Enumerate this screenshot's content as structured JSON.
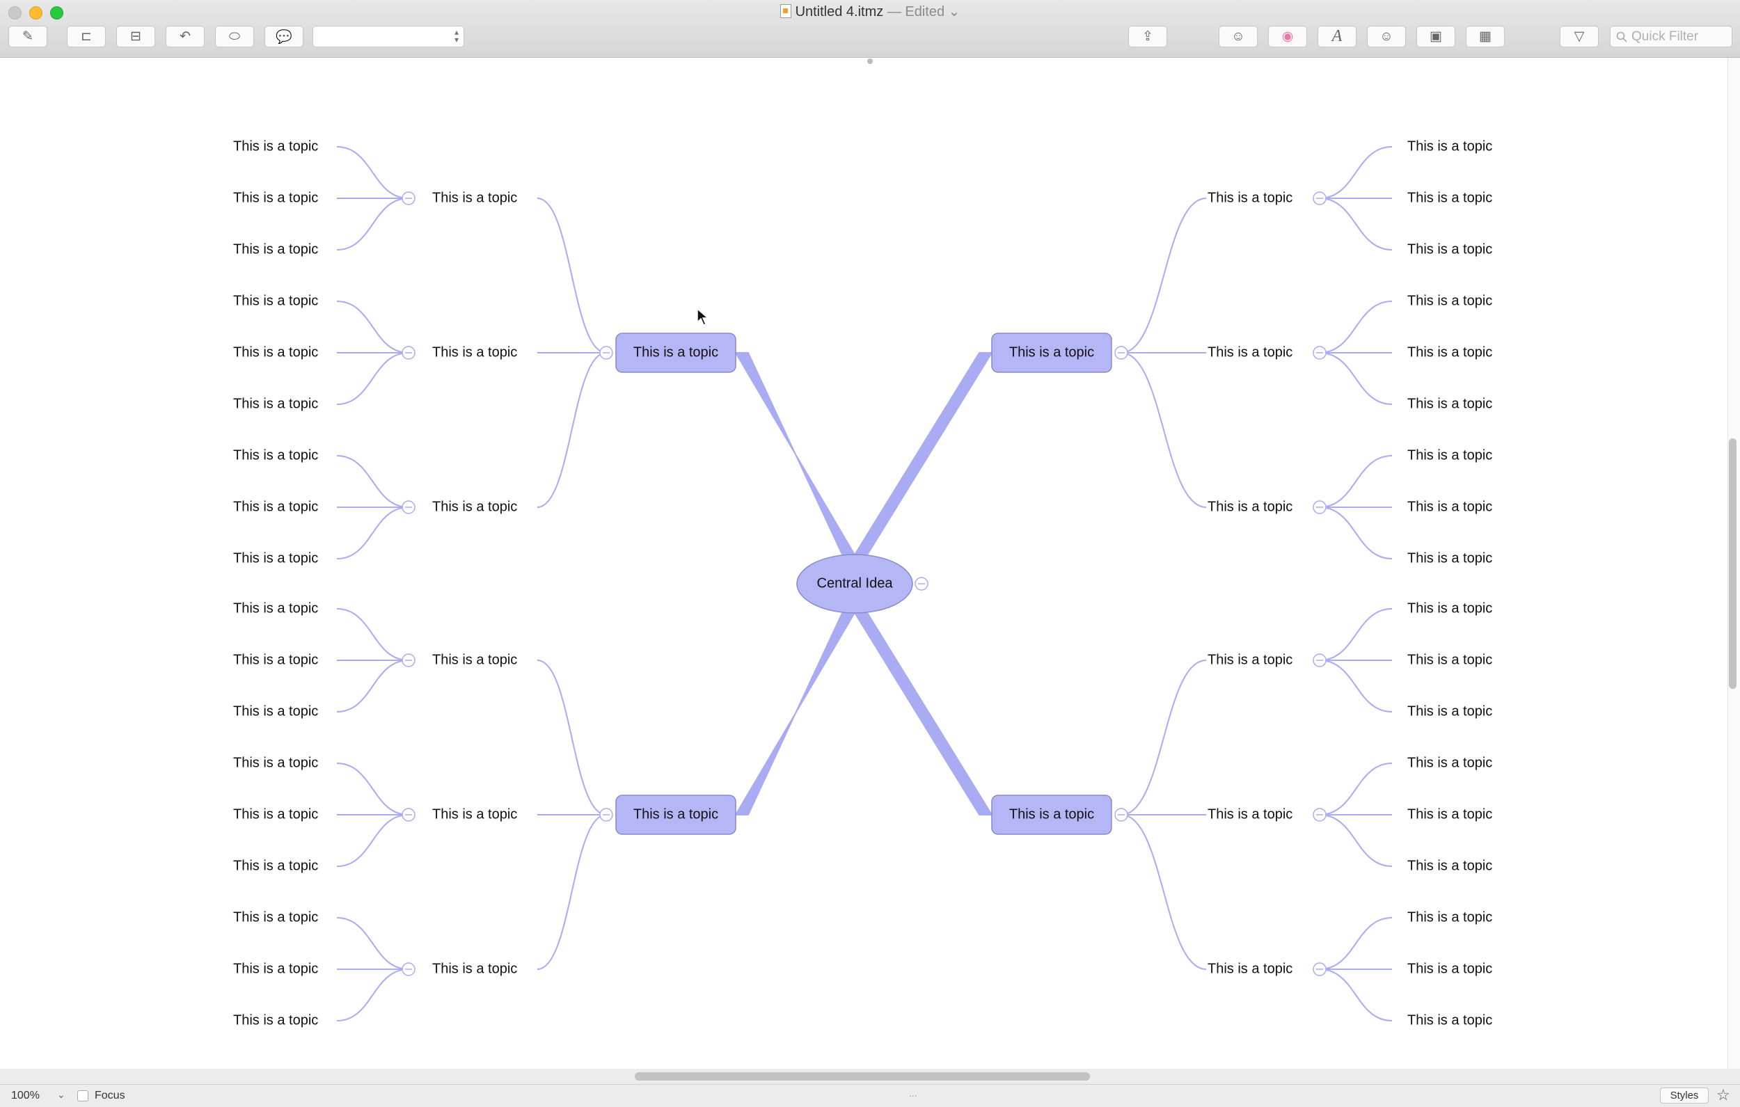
{
  "window": {
    "title": "Untitled 4.itmz",
    "status": " — Edited",
    "title_chevron": "⌄"
  },
  "toolbar": {
    "buttons": [
      {
        "name": "new-topic-button",
        "icon": "✎"
      },
      {
        "name": "add-subtopic-button",
        "icon": "⊏"
      },
      {
        "name": "add-sibling-button",
        "icon": "⊟"
      },
      {
        "name": "relationship-button",
        "icon": "↶"
      },
      {
        "name": "boundary-button",
        "icon": "⬭"
      },
      {
        "name": "callout-button",
        "icon": "💬"
      }
    ],
    "style_select_value": "",
    "right_buttons": [
      {
        "name": "share-button",
        "icon": "⇪"
      },
      {
        "name": "theme-button",
        "icon": "☺"
      },
      {
        "name": "color-button",
        "icon": "◉"
      },
      {
        "name": "font-button",
        "icon": "A"
      },
      {
        "name": "emoji-button",
        "icon": "☺"
      },
      {
        "name": "image-button",
        "icon": "▣"
      },
      {
        "name": "table-button",
        "icon": "▦"
      },
      {
        "name": "filter-button",
        "icon": "▽"
      }
    ],
    "search_placeholder": "Quick Filter"
  },
  "mindmap": {
    "central": "Central Idea",
    "topic_label": "This is a topic",
    "main_topics": [
      "This is a topic",
      "This is a topic",
      "This is a topic",
      "This is a topic"
    ],
    "subtopics_per_main": 3,
    "leaves_per_subtopic": 3,
    "colors": {
      "node_fill": "#b4b6f5",
      "node_stroke": "#8889c8",
      "line": "#a9abf3",
      "text": "#111111"
    }
  },
  "status": {
    "zoom": "100%",
    "zoom_chevron": "⌄",
    "focus_label": "Focus",
    "ellipsis": "...",
    "styles_label": "Styles",
    "star": "☆"
  }
}
